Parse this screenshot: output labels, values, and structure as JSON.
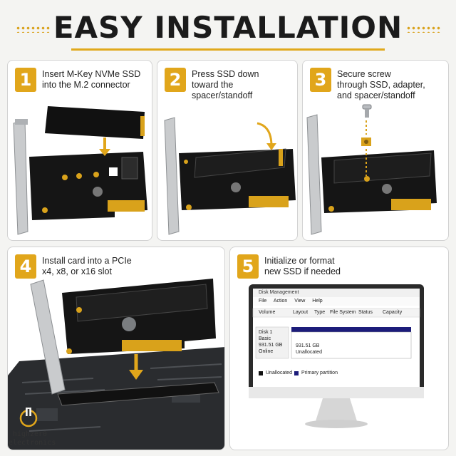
{
  "header": {
    "title": "EASY INSTALLATION"
  },
  "colors": {
    "accent": "#e1a61b",
    "pcb": "#141414",
    "gold": "#d9a21b",
    "partition": "#1c1c7a"
  },
  "steps": [
    {
      "number": "1",
      "lines": [
        "Insert M-Key NVMe SSD",
        "into the M.2 connector"
      ]
    },
    {
      "number": "2",
      "lines": [
        "Press SSD down",
        "toward the",
        "spacer/standoff"
      ]
    },
    {
      "number": "3",
      "lines": [
        "Secure screw",
        "through SSD, adapter,",
        "and spacer/standoff"
      ]
    },
    {
      "number": "4",
      "lines": [
        "Install card into a PCIe",
        "x4, x8, or x16 slot"
      ]
    },
    {
      "number": "5",
      "lines": [
        "Initialize or format",
        "new SSD if needed"
      ]
    }
  ],
  "disk_management": {
    "window_title": "Disk Management",
    "menu": [
      "File",
      "Action",
      "View",
      "Help"
    ],
    "columns": [
      "Volume",
      "Layout",
      "Type",
      "File System",
      "Status",
      "Capacity"
    ],
    "disk_label": "Disk 1",
    "disk_type": "Basic",
    "disk_size": "931.51 GB",
    "disk_status": "Online",
    "partition_size": "931.51 GB",
    "partition_status": "Unallocated",
    "legend": [
      "Unallocated",
      "Primary partition"
    ]
  },
  "logo": {
    "line1": "highzer0",
    "line2": "electronics"
  }
}
